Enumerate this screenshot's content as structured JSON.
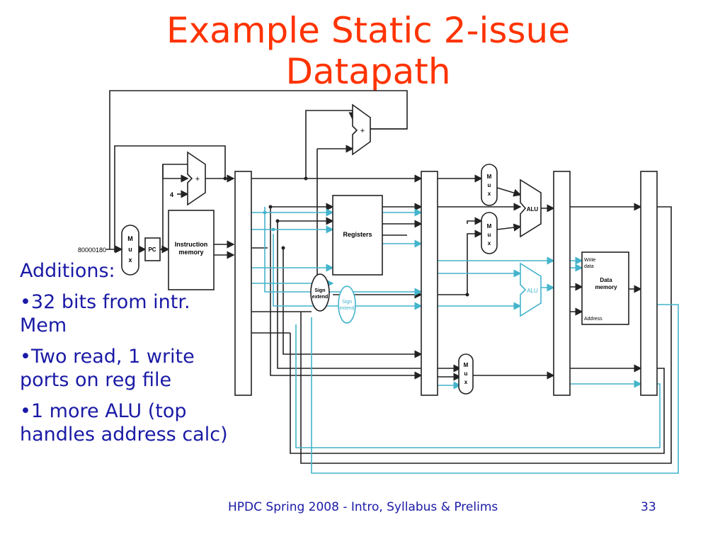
{
  "slide": {
    "title_line1": "Example Static 2-issue",
    "title_line2": "Datapath",
    "additions_heading": "Additions:",
    "bullets": [
      "•32 bits from intr. Mem",
      "•Two read, 1 write ports on reg file",
      "•1 more ALU (top handles address calc)"
    ],
    "footer_text": "HPDC Spring 2008  -  Intro, Syllabus & Prelims",
    "page_number": "33"
  },
  "diagram": {
    "address_const": "80000180",
    "four_const": "4",
    "plus_sign": "+",
    "mux_letters": [
      "M",
      "u",
      "x"
    ],
    "pc_label": "PC",
    "instruction_memory": [
      "Instruction",
      "memory"
    ],
    "registers_label": "Registers",
    "alu_label": "ALU",
    "sign_extend": [
      "Sign",
      "extend"
    ],
    "write_data": [
      "Write",
      "data"
    ],
    "data_memory": [
      "Data",
      "memory"
    ],
    "address_label": "Address",
    "colors": {
      "black_path": "#222222",
      "blue_path": "#44b4cc",
      "title": "#ff3300",
      "body_text": "#1a1aa6"
    }
  }
}
